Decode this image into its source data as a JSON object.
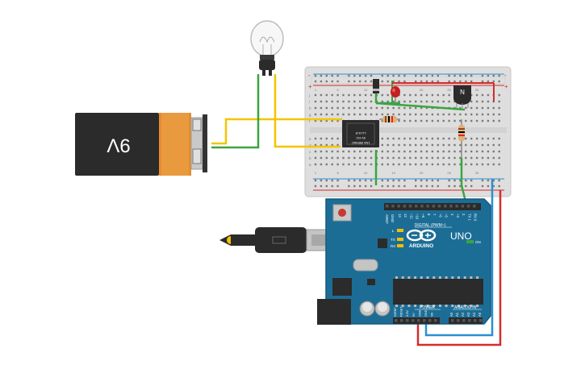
{
  "battery": {
    "label": "9V"
  },
  "relay": {
    "line1": "LU-5-R",
    "line2": "5V DC",
    "line3": "10A 250VAC"
  },
  "arduino": {
    "logo_text": "ARDUINO",
    "model": "UNO",
    "on_label": "ON",
    "digital_header": "DIGITAL (PWM~)",
    "power_header": "POWER",
    "analog_header": "ANALOG IN",
    "aref": "AREF",
    "gnd_top": "GND",
    "led_l": "L",
    "led_tx": "TX",
    "led_rx": "RX",
    "digital_pins": [
      "13",
      "12",
      "~11",
      "~10",
      "~9",
      "8",
      "7",
      "~6",
      "~5",
      "4",
      "~3",
      "2",
      "TX 1",
      "RX 0"
    ],
    "power_pins": [
      "IOREF",
      "RESET",
      "3.3V",
      "5V",
      "GND",
      "GND",
      "Vin"
    ],
    "analog_pins": [
      "A0",
      "A1",
      "A2",
      "A3",
      "A4",
      "A5"
    ]
  },
  "transistor": {
    "label": "N"
  },
  "breadboard": {
    "rows_top": [
      "j",
      "i",
      "h",
      "g",
      "f"
    ],
    "rows_bottom": [
      "e",
      "d",
      "c",
      "b",
      "a"
    ],
    "column_numbers": [
      "1",
      "5",
      "10",
      "15",
      "20",
      "25",
      "30"
    ]
  },
  "colors": {
    "wire_yellow": "#f2c500",
    "wire_green": "#3aa541",
    "wire_red": "#d62b2b",
    "wire_blue": "#2a8fd1",
    "board_blue": "#1c6d96",
    "battery_orange": "#e58c2e",
    "battery_black": "#2b2b2b"
  }
}
